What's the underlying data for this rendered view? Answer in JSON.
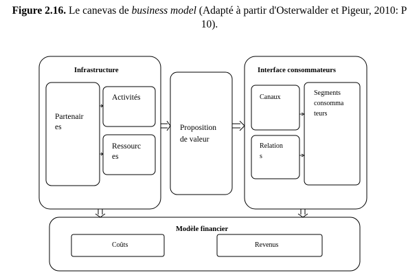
{
  "caption": {
    "figure_label": "Figure 2.16.",
    "text_before": " Le canevas de ",
    "italic": "business model",
    "text_after": " (Adapté à partir d'Osterwalder et Pigeur, 2010: P",
    "line2": "10)."
  },
  "blocks": {
    "infrastructure": "Infrastructure",
    "partenaires": "Partenair\nes",
    "activites": "Activités",
    "ressources": "Ressourc\nes",
    "proposition": "Proposition\nde valeur",
    "interface": "Interface consommateurs",
    "canaux": "Canaux",
    "relations": "Relation\ns",
    "segments": "Segments\nconsomma\nteurs",
    "modele": "Modèle financier",
    "couts": "Coûts",
    "revenus": "Revenus"
  }
}
